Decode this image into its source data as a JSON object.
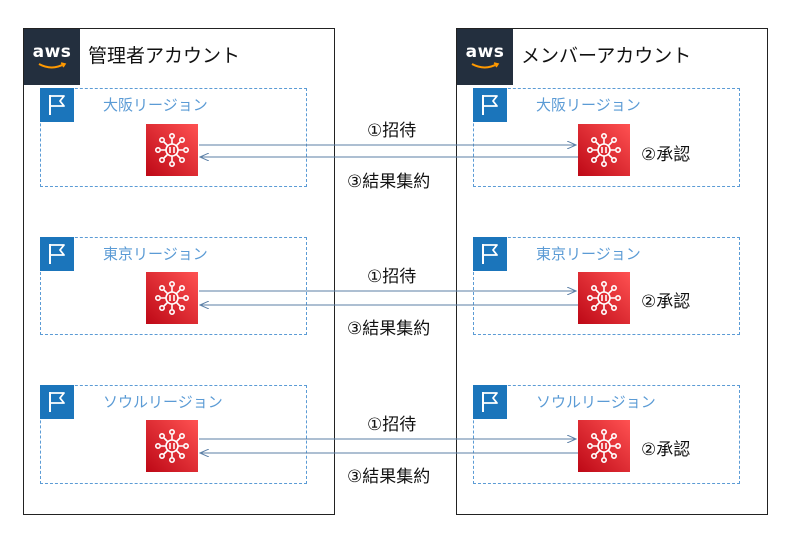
{
  "admin_account": {
    "logo_text": "aws",
    "title": "管理者アカウント",
    "regions": [
      {
        "label": "大阪リージョン"
      },
      {
        "label": "東京リージョン"
      },
      {
        "label": "ソウルリージョン"
      }
    ]
  },
  "member_account": {
    "logo_text": "aws",
    "title": "メンバーアカウント",
    "regions": [
      {
        "label": "大阪リージョン",
        "approve": "②承認"
      },
      {
        "label": "東京リージョン",
        "approve": "②承認"
      },
      {
        "label": "ソウルリージョン",
        "approve": "②承認"
      }
    ]
  },
  "flows": [
    {
      "invite": "①招待",
      "aggregate": "③結果集約"
    },
    {
      "invite": "①招待",
      "aggregate": "③結果集約"
    },
    {
      "invite": "①招待",
      "aggregate": "③結果集約"
    }
  ],
  "colors": {
    "aws_badge": "#232f3e",
    "region_flag": "#1b75bb",
    "region_border": "#5b9bd5",
    "service_gradient_start": "#bd0816",
    "service_gradient_end": "#ff5252",
    "arrow": "#5b7fa6"
  },
  "icons": {
    "aws_logo": "aws-logo-icon",
    "region_flag": "flag-icon",
    "service": "guardduty-network-icon"
  }
}
